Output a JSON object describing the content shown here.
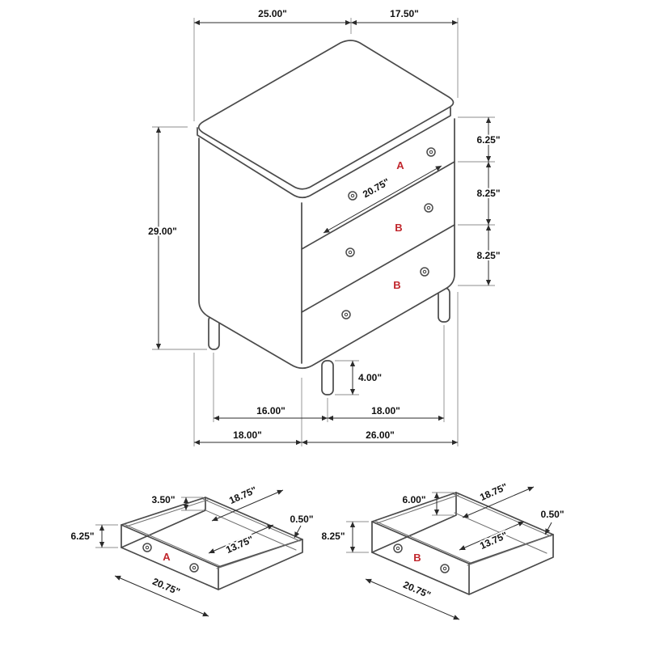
{
  "colors": {
    "furniture_line": "#4a4a4a",
    "dimension_line": "#2b2b2b",
    "accent_red": "#c1272d",
    "background": "#ffffff"
  },
  "main_view": {
    "top_width": "25.00\"",
    "top_depth": "17.50\"",
    "overall_height": "29.00\"",
    "drawer_a_front_height": "6.25\"",
    "drawer_b1_front_height": "8.25\"",
    "drawer_b2_front_height": "8.25\"",
    "drawer_opening_width": "20.75\"",
    "leg_height": "4.00\"",
    "leg_spacing_depth": "16.00\"",
    "leg_spacing_width": "18.00\"",
    "base_depth": "18.00\"",
    "base_width": "26.00\"",
    "drawer_a_label": "A",
    "drawer_b1_label": "B",
    "drawer_b2_label": "B"
  },
  "drawer_a_detail": {
    "label": "A",
    "back_height": "3.50\"",
    "depth": "18.75\"",
    "side_thickness": "0.50\"",
    "front_height": "6.25\"",
    "interior_depth": "13.75\"",
    "width": "20.75\""
  },
  "drawer_b_detail": {
    "label": "B",
    "back_height": "6.00\"",
    "depth": "18.75\"",
    "side_thickness": "0.50\"",
    "front_height": "8.25\"",
    "interior_depth": "13.75\"",
    "width": "20.75\""
  }
}
